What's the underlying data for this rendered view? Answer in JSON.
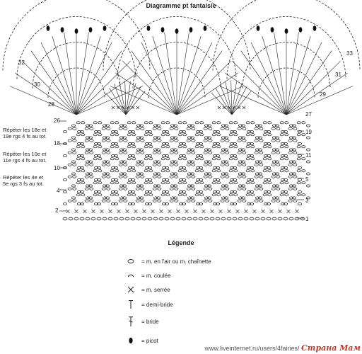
{
  "title": "Diagramme pt fantaisie",
  "row_numbers_left": [
    "32",
    "30",
    "28",
    "26",
    "18",
    "10",
    "4",
    "2"
  ],
  "row_numbers_right": [
    "33",
    "31",
    "29",
    "27",
    "19",
    "11",
    "5",
    "3",
    "1"
  ],
  "notes": [
    {
      "line1": "Répéter les 18e et",
      "line2": "19e rgs 4 fs au tot."
    },
    {
      "line1": "Répéter les 10e et",
      "line2": "11e rgs 4 fs au tot."
    },
    {
      "line1": "Répéter les 4e et",
      "line2": "5e rgs 3 fs au tot."
    }
  ],
  "legend": {
    "title": "Légende",
    "items": [
      {
        "icon": "chain-stitch-icon",
        "label": "= m. en l'air ou m. chaînette"
      },
      {
        "icon": "slip-stitch-icon",
        "label": "= m. coulée"
      },
      {
        "icon": "single-crochet-icon",
        "label": "= m. serrée"
      },
      {
        "icon": "half-double-crochet-icon",
        "label": "= demi-bride"
      },
      {
        "icon": "double-crochet-icon",
        "label": "= bride"
      },
      {
        "icon": "picot-icon",
        "label": "= picot"
      }
    ]
  },
  "watermark": {
    "url": "www.liveinternet.ru/users/4fairies/",
    "brand": "Страна Мам"
  },
  "colors": {
    "ink": "#222222",
    "brand": "#c0392b"
  }
}
